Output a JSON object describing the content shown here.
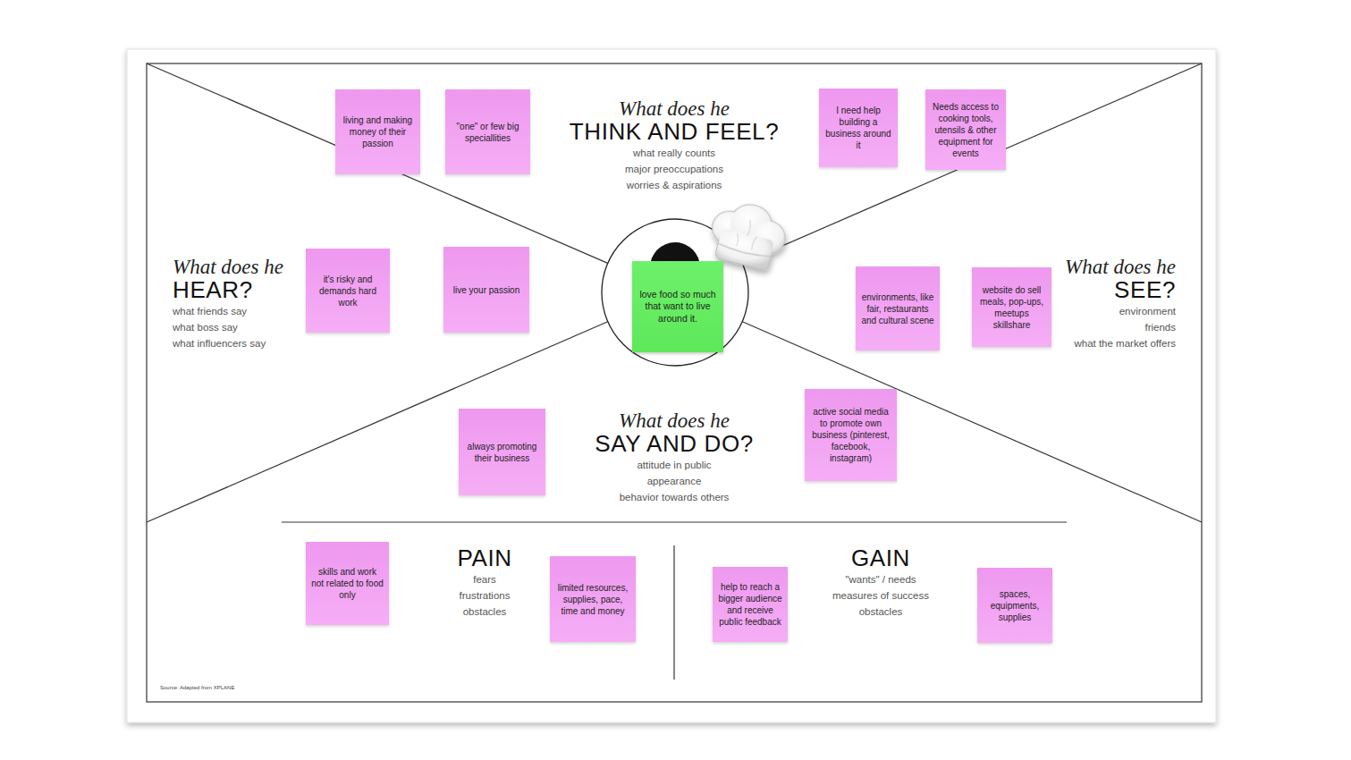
{
  "diagram": {
    "nodes": [
      {
        "text": [
          "living and making money of their passion"
        ]
      },
      {
        "text": [
          "\"one\" or few big speciallities"
        ]
      },
      {
        "text": [
          "I need help building a business around it"
        ]
      },
      {
        "text": [
          "Needs access to cooking tools, utensils & other equipment for events"
        ]
      },
      {
        "text": [
          "it's risky and demands hard work"
        ]
      },
      {
        "text": [
          "live your passion"
        ]
      },
      {
        "text": [
          "love food so much that want to live around it."
        ]
      },
      {
        "text": [
          "environments, like fair, restaurants and cultural scene"
        ]
      },
      {
        "text": [
          "website do sell meals, pop-ups, meetups skillshare"
        ]
      },
      {
        "text": [
          "always promoting their business"
        ]
      },
      {
        "text": [
          "active social media to promote own business (pinterest, facebook, instagram)"
        ]
      },
      {
        "text": [
          "skills and work not related to food only"
        ]
      },
      {
        "text": [
          "limited resources, supplies, pace, time and money"
        ]
      },
      {
        "text": [
          "help to reach a bigger audience and receive public feedback"
        ]
      },
      {
        "text": [
          "spaces, equipments, supplies"
        ]
      }
    ],
    "labels": [
      "What does he",
      "THINK AND FEEL?",
      "what really counts",
      "major preoccupations",
      "worries & aspirations",
      "What does he",
      "HEAR?",
      "what friends say",
      "what boss say",
      "what influencers say",
      "What does he",
      "SEE?",
      "environment",
      "friends",
      "what the market offers",
      "What does he",
      "SAY AND DO?",
      "attitude in public",
      "appearance",
      "behavior towards others",
      "PAIN",
      "fears",
      "frustrations",
      "obstacles",
      "GAIN",
      "\"wants\" / needs",
      "measures of success",
      "obstacles",
      "Source: Adapted from XPLANE"
    ]
  }
}
